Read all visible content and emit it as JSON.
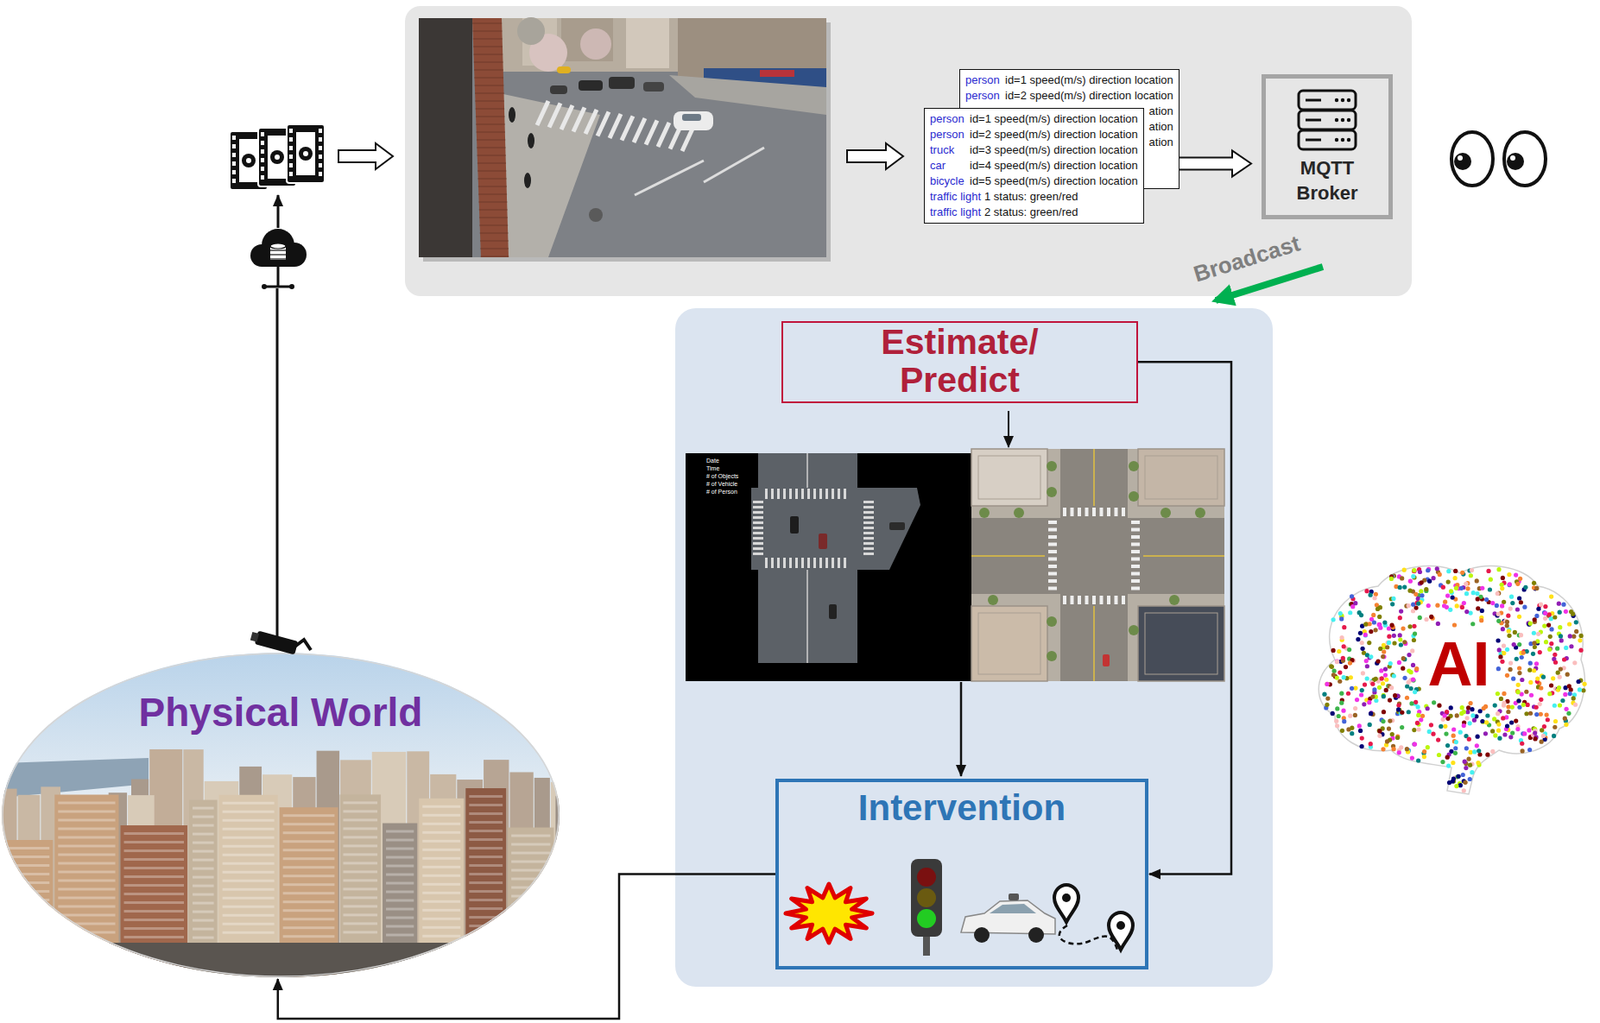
{
  "diagram": {
    "nodes": [
      {
        "text": [
          "person",
          "id=1 speed(m/s) direction location",
          "person",
          "id=2 speed(m/s) direction location",
          "ation",
          "ation",
          "ation"
        ]
      },
      {
        "text": [
          "person",
          "id=1 speed(m/s) direction location",
          "person",
          "id=2 speed(m/s) direction location",
          "truck",
          "id=3 speed(m/s) direction location",
          "car",
          "id=4 speed(m/s) direction location",
          "bicycle",
          "id=5 speed(m/s) direction location",
          "traffic light",
          "1 status: green/red",
          "traffic light",
          "2 status: green/red"
        ]
      },
      {
        "text": [
          "MQTT Broker"
        ]
      },
      {
        "text": [
          "Estimate/ Predict"
        ]
      },
      {
        "text": [
          "Intervention"
        ]
      },
      {
        "text": [
          "Physical World"
        ]
      },
      {
        "text": [
          "AI"
        ]
      }
    ],
    "edges": [
      {
        "from": 1,
        "to": 2,
        "arrow": "to"
      },
      {
        "from": 3,
        "to": 4,
        "arrow": "to"
      },
      {
        "from": 4,
        "to": 5,
        "arrow": "to"
      }
    ],
    "labels": [
      "Broadcast",
      "Date",
      "Time",
      "# of Objects",
      "# of Vehicle",
      "# of Person"
    ]
  }
}
